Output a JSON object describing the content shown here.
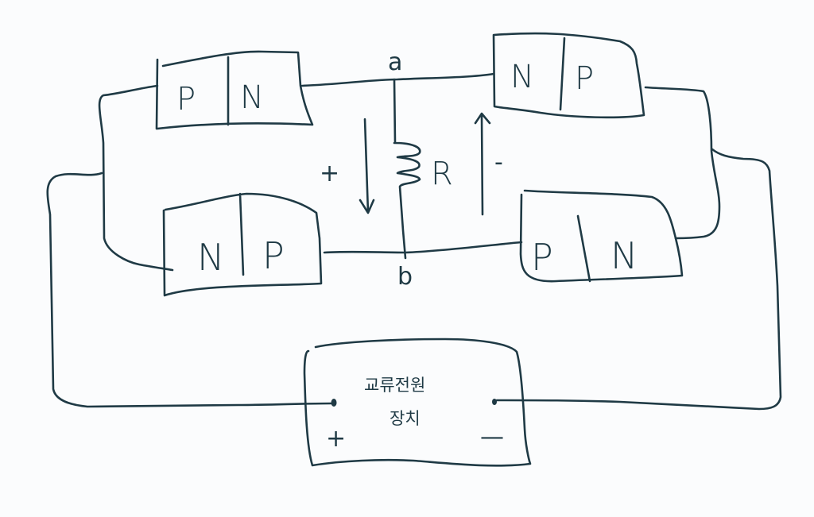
{
  "diagram": {
    "title": "Bridge rectifier circuit",
    "stroke_color": "#1f3a45",
    "background": "#fbfcfd",
    "diodes": [
      {
        "id": "top-left",
        "left_label": "P",
        "right_label": "N"
      },
      {
        "id": "bottom-left",
        "left_label": "N",
        "right_label": "P"
      },
      {
        "id": "top-right",
        "left_label": "N",
        "right_label": "P"
      },
      {
        "id": "bottom-right",
        "left_label": "P",
        "right_label": "N"
      }
    ],
    "nodes": {
      "a": "a",
      "b": "b"
    },
    "resistor": {
      "label": "R"
    },
    "voltage": {
      "plus": "+",
      "minus": "-"
    },
    "source": {
      "line1": "교류전원",
      "line2": "장치",
      "plus": "+",
      "minus": "—"
    }
  }
}
